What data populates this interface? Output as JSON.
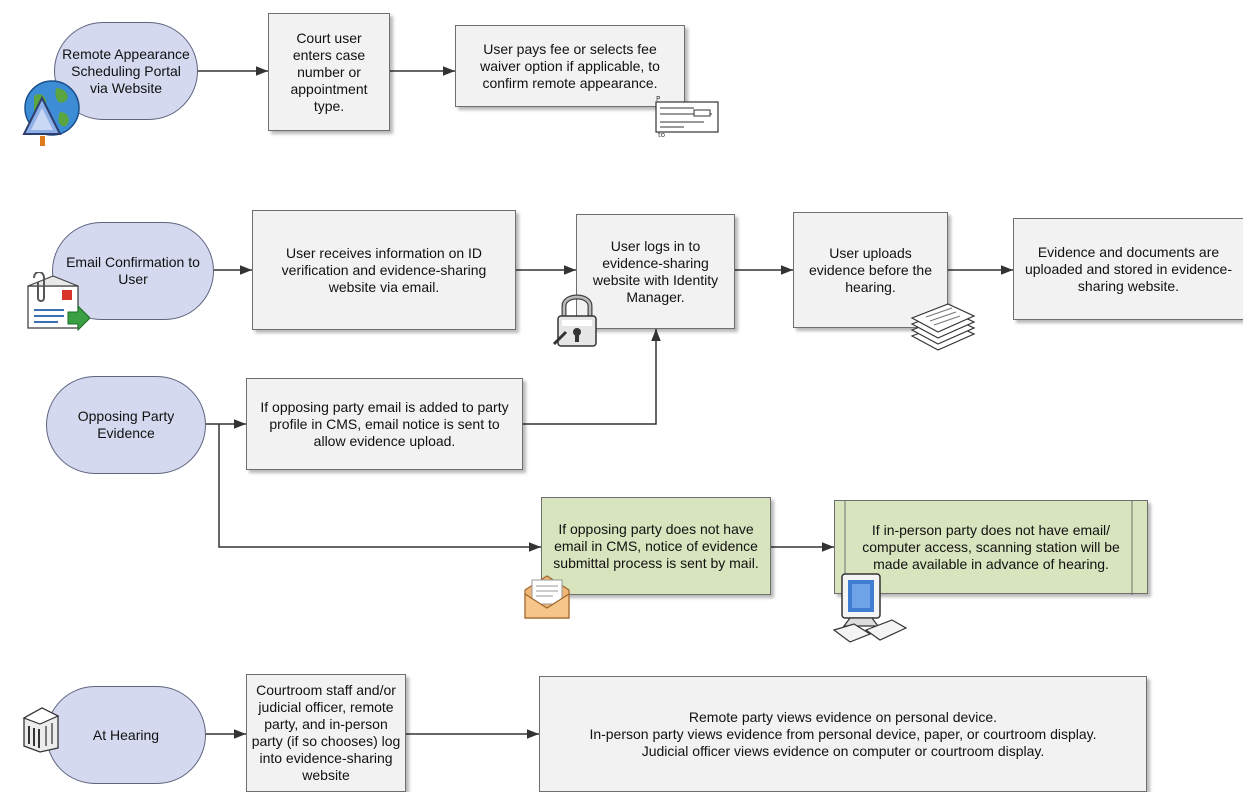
{
  "rows": {
    "row1": {
      "start": "Remote Appearance Scheduling Portal via Website",
      "step1": "Court user enters case number or appointment type.",
      "step2": "User pays fee or selects fee waiver option if applicable, to confirm remote appearance."
    },
    "row2": {
      "start": "Email Confirmation to User",
      "step1": "User receives information on ID verification and evidence-sharing website via email.",
      "step2": "User logs in to evidence-sharing website with Identity Manager.",
      "step3": "User uploads evidence before the hearing.",
      "step4": "Evidence and documents are uploaded and stored in evidence-sharing website."
    },
    "row3": {
      "start": "Opposing Party Evidence",
      "step1": "If opposing party email is added to party profile in CMS, email notice is sent to allow evidence upload.",
      "note1": "If opposing party does not have email  in CMS, notice of evidence submittal process is sent by mail.",
      "note2": "If in-person party does not have email/ computer access, scanning station will be made available in advance of hearing."
    },
    "row4": {
      "start": "At Hearing",
      "step1": "Courtroom staff and/or judicial officer, remote party, and in-person party (if so chooses) log into evidence-sharing website",
      "result_line1": "Remote party views evidence on personal device.",
      "result_line2": "In-person party views evidence from personal device,  paper, or courtroom display.",
      "result_line3": "Judicial officer views evidence on computer or courtroom display."
    }
  },
  "icons": [
    "globe-web-icon",
    "check-form-icon",
    "email-document-icon",
    "padlock-icon",
    "paper-stack-icon",
    "open-envelope-icon",
    "computer-monitor-icon",
    "courthouse-icon"
  ],
  "colors": {
    "terminal_fill": "#d4d9ef",
    "process_fill": "#f2f2f2",
    "note_fill": "#d7e4bd",
    "connector": "#333333"
  }
}
